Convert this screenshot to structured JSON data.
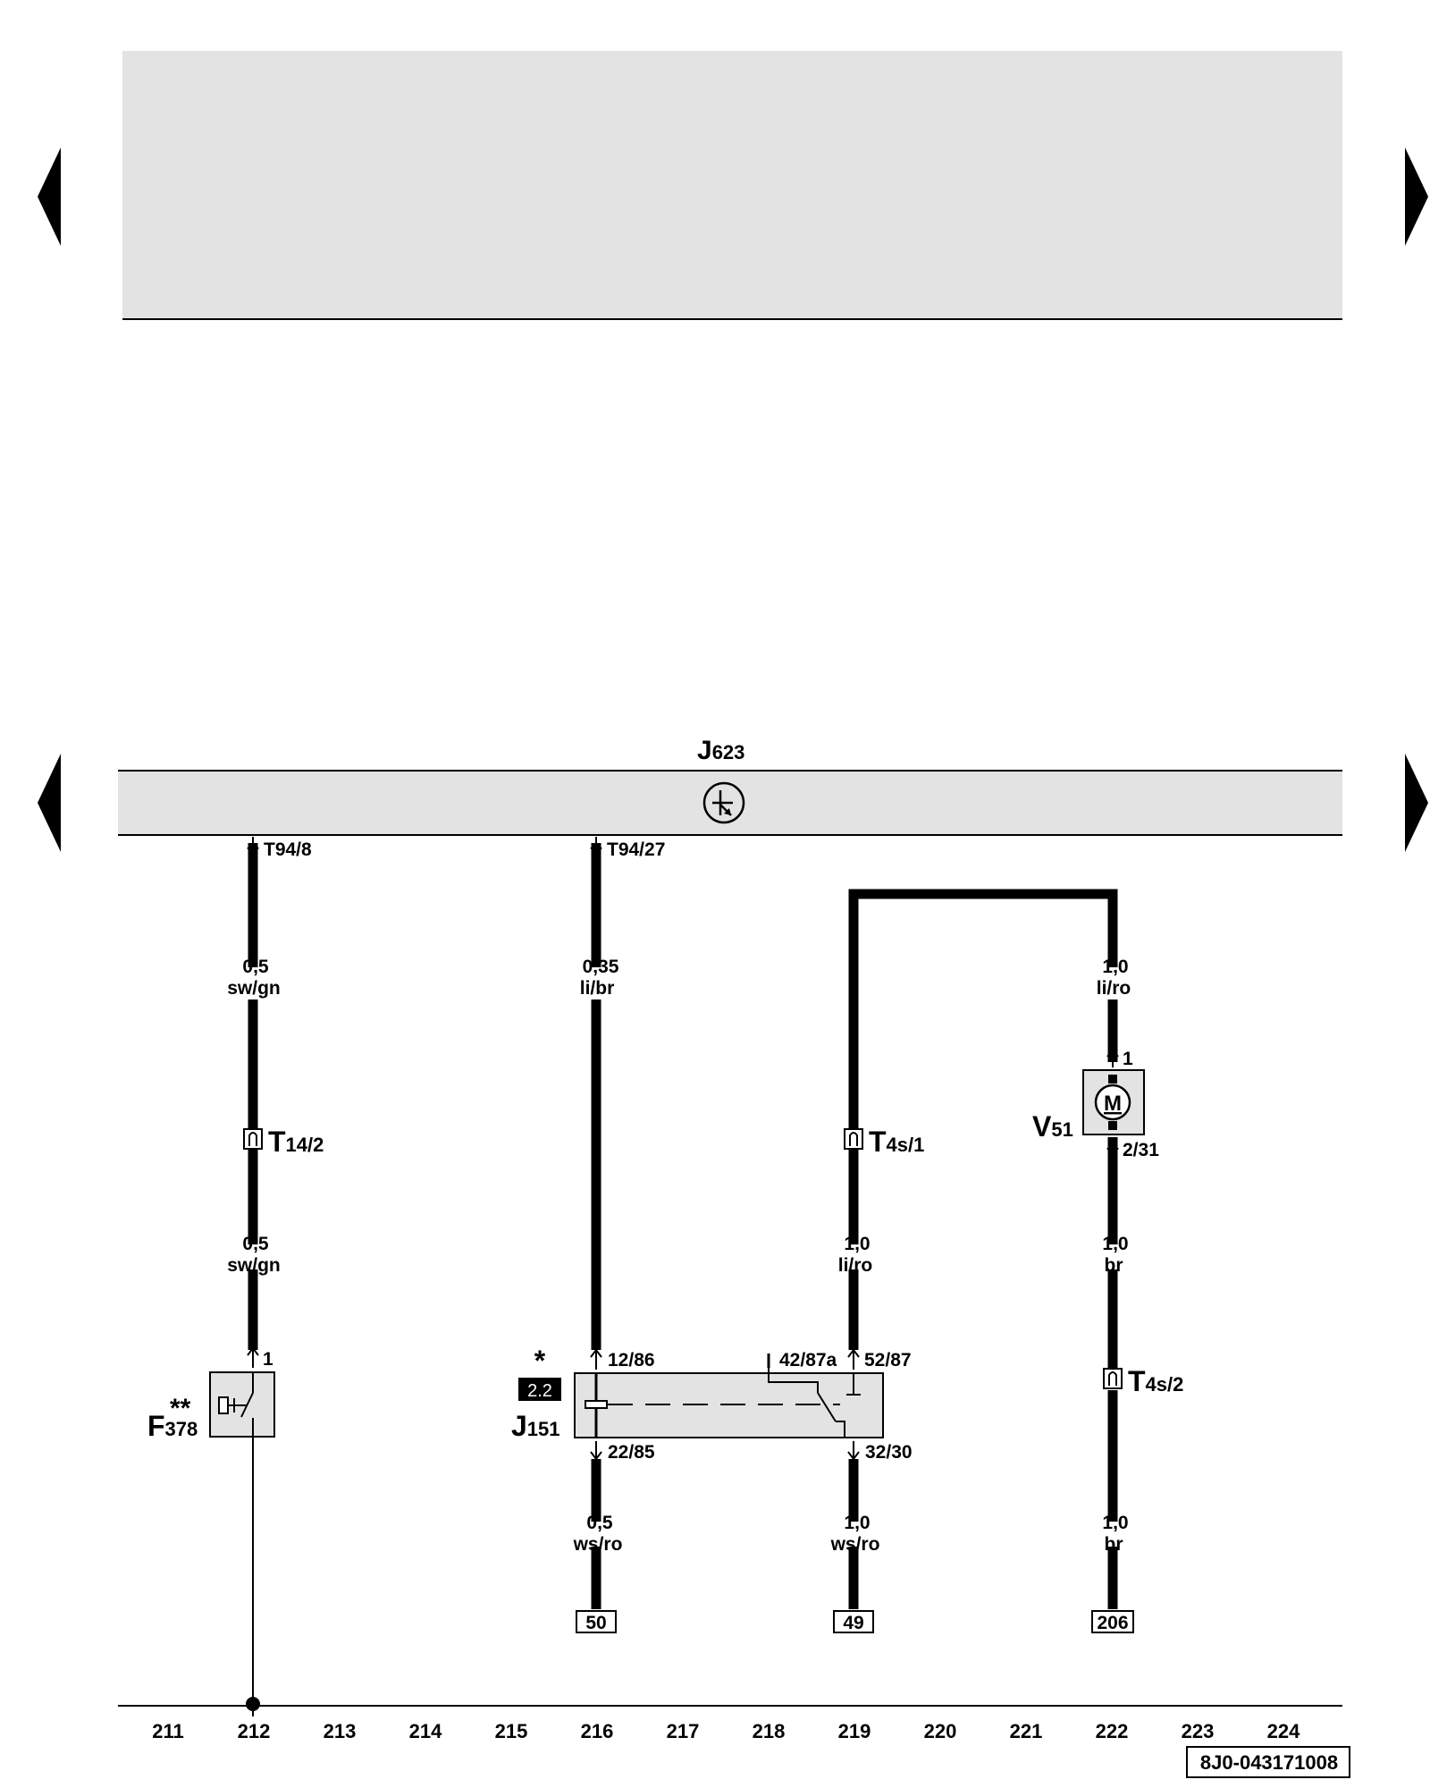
{
  "colors": {
    "panel_fill": "#e3e3e3",
    "line": "#000000",
    "badge_fill": "#000000",
    "badge_text": "#ffffff"
  },
  "nav": {
    "prev_icon": "triangle-left-icon",
    "next_icon": "triangle-right-icon"
  },
  "control_unit": {
    "id": "J",
    "sub": "623",
    "icon": "transistor-icon"
  },
  "pins": {
    "t94_8": "T94/8",
    "t94_27": "T94/27"
  },
  "wires": {
    "w1_size": "0,5",
    "w1_color": "sw/gn",
    "w2_size": "0,5",
    "w2_color": "sw/gn",
    "w3_size": "0,35",
    "w3_color": "li/br",
    "w4_size": "0,5",
    "w4_color": "ws/ro",
    "w5_size": "1,0",
    "w5_color": "li/ro",
    "w6_size": "1,0",
    "w6_color": "ws/ro",
    "w7_size": "1,0",
    "w7_color": "li/ro",
    "w8_size": "1,0",
    "w8_color": "br",
    "w9_size": "1,0",
    "w9_color": "br"
  },
  "connectors": {
    "t14_2": {
      "id": "T",
      "sub": "14/2"
    },
    "t4s_1": {
      "id": "T",
      "sub": "4s/1"
    },
    "t4s_2": {
      "id": "T",
      "sub": "4s/2"
    }
  },
  "switch_f378": {
    "id": "F",
    "sub": "378",
    "stars": "**",
    "pin": "1"
  },
  "relay_j151": {
    "id": "J",
    "sub": "151",
    "star": "*",
    "badge": "2.2",
    "pin_12_86": "12/86",
    "pin_42_87a": "42/87a",
    "pin_52_87": "52/87",
    "pin_22_85": "22/85",
    "pin_32_30": "32/30"
  },
  "motor_v51": {
    "id": "V",
    "sub": "51",
    "symbol": "M",
    "pin_1": "1",
    "pin_2_31": "2/31"
  },
  "refs": {
    "r50": "50",
    "r49": "49",
    "r206": "206"
  },
  "footer": {
    "tracks": [
      "211",
      "212",
      "213",
      "214",
      "215",
      "216",
      "217",
      "218",
      "219",
      "220",
      "221",
      "222",
      "223",
      "224"
    ],
    "doc_code": "8J0-043171008"
  }
}
